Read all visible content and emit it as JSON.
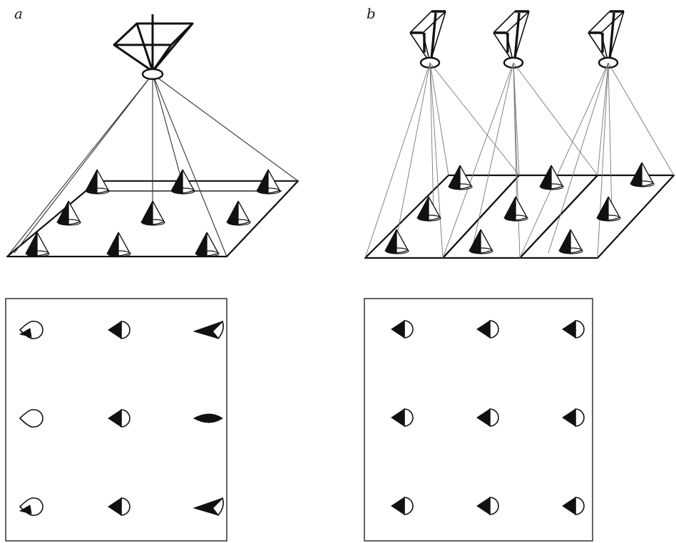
{
  "panels": [
    {
      "label": "a"
    },
    {
      "label": "b"
    }
  ],
  "scene_a": {
    "camera_count": 1,
    "cone_grid": "3x3"
  },
  "scene_b": {
    "camera_count": 3,
    "cone_grid": "3x3"
  },
  "views": {
    "a": [
      {
        "row": 1,
        "col": 1,
        "shape": "teardrop-left",
        "shade": "left-sliver"
      },
      {
        "row": 1,
        "col": 2,
        "shape": "semicircle",
        "shade": "left-half"
      },
      {
        "row": 1,
        "col": 3,
        "shape": "elongated-left",
        "shade": "mostly-dark"
      },
      {
        "row": 2,
        "col": 1,
        "shape": "teardrop-left",
        "shade": "none"
      },
      {
        "row": 2,
        "col": 2,
        "shape": "semicircle",
        "shade": "left-half"
      },
      {
        "row": 2,
        "col": 3,
        "shape": "elongated",
        "shade": "full"
      },
      {
        "row": 3,
        "col": 1,
        "shape": "teardrop-left",
        "shade": "left-sliver"
      },
      {
        "row": 3,
        "col": 2,
        "shape": "semicircle",
        "shade": "left-half"
      },
      {
        "row": 3,
        "col": 3,
        "shape": "elongated-left",
        "shade": "mostly-dark"
      }
    ],
    "b": [
      {
        "row": 1,
        "col": 1,
        "shape": "semicircle",
        "shade": "left-half"
      },
      {
        "row": 1,
        "col": 2,
        "shape": "semicircle",
        "shade": "left-half"
      },
      {
        "row": 1,
        "col": 3,
        "shape": "semicircle",
        "shade": "left-half"
      },
      {
        "row": 2,
        "col": 1,
        "shape": "semicircle",
        "shade": "left-half"
      },
      {
        "row": 2,
        "col": 2,
        "shape": "semicircle",
        "shade": "left-half"
      },
      {
        "row": 2,
        "col": 3,
        "shape": "semicircle",
        "shade": "left-half"
      },
      {
        "row": 3,
        "col": 1,
        "shape": "semicircle",
        "shade": "left-half"
      },
      {
        "row": 3,
        "col": 2,
        "shape": "semicircle",
        "shade": "left-half"
      },
      {
        "row": 3,
        "col": 3,
        "shape": "semicircle",
        "shade": "left-half"
      }
    ]
  }
}
